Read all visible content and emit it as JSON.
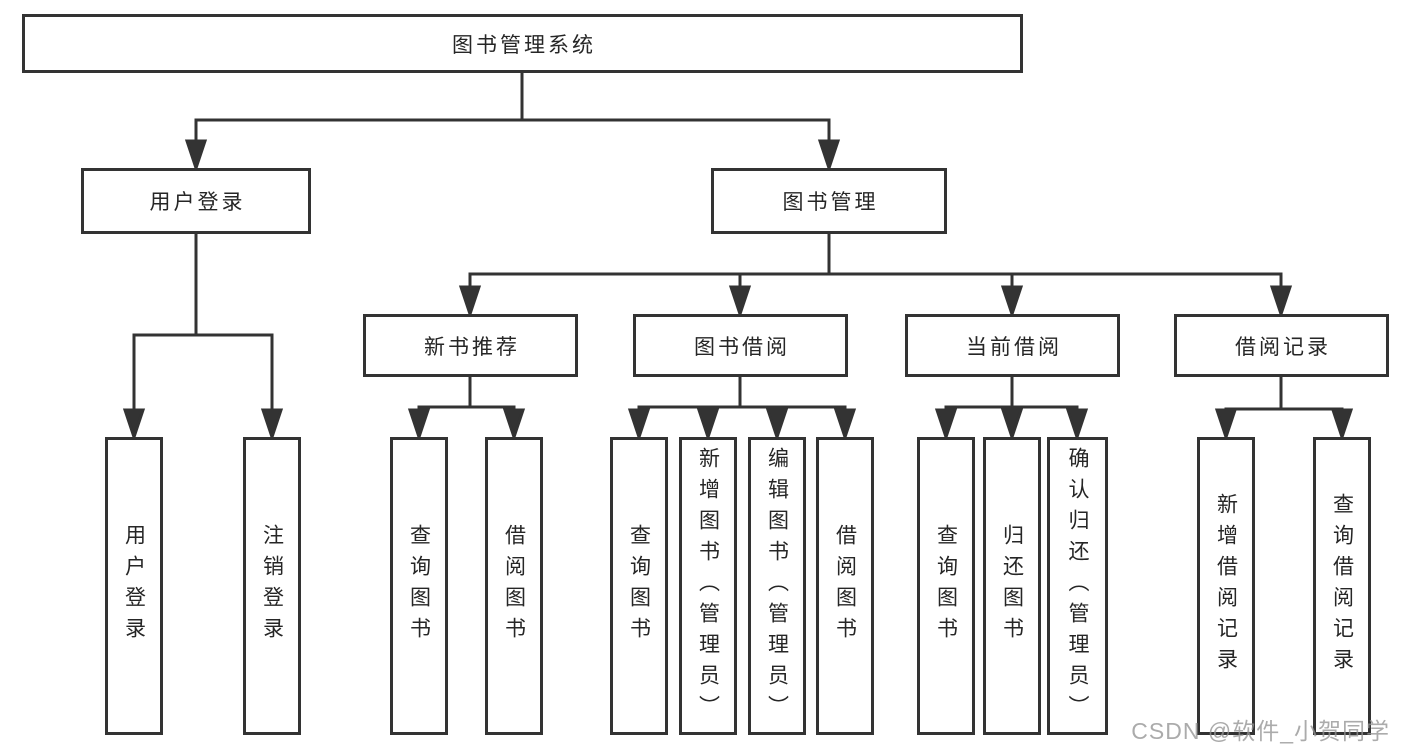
{
  "diagram": {
    "title": "图书管理系统",
    "children": [
      {
        "label": "用户登录",
        "children": [
          {
            "label": "用户登录"
          },
          {
            "label": "注销登录"
          }
        ]
      },
      {
        "label": "图书管理",
        "children": [
          {
            "label": "新书推荐",
            "children": [
              {
                "label": "查询图书"
              },
              {
                "label": "借阅图书"
              }
            ]
          },
          {
            "label": "图书借阅",
            "children": [
              {
                "label": "查询图书"
              },
              {
                "label": "新增图书（管理员）"
              },
              {
                "label": "编辑图书（管理员）"
              },
              {
                "label": "借阅图书"
              }
            ]
          },
          {
            "label": "当前借阅",
            "children": [
              {
                "label": "查询图书"
              },
              {
                "label": "归还图书"
              },
              {
                "label": "确认归还（管理员）"
              }
            ]
          },
          {
            "label": "借阅记录",
            "children": [
              {
                "label": "新增借阅记录"
              },
              {
                "label": "查询借阅记录"
              }
            ]
          }
        ]
      }
    ]
  },
  "watermark": "CSDN @软件_小贺同学",
  "colors": {
    "line": "#333333",
    "box_border": "#333333",
    "text": "#262626",
    "watermark": "#949494",
    "background": "#ffffff"
  }
}
